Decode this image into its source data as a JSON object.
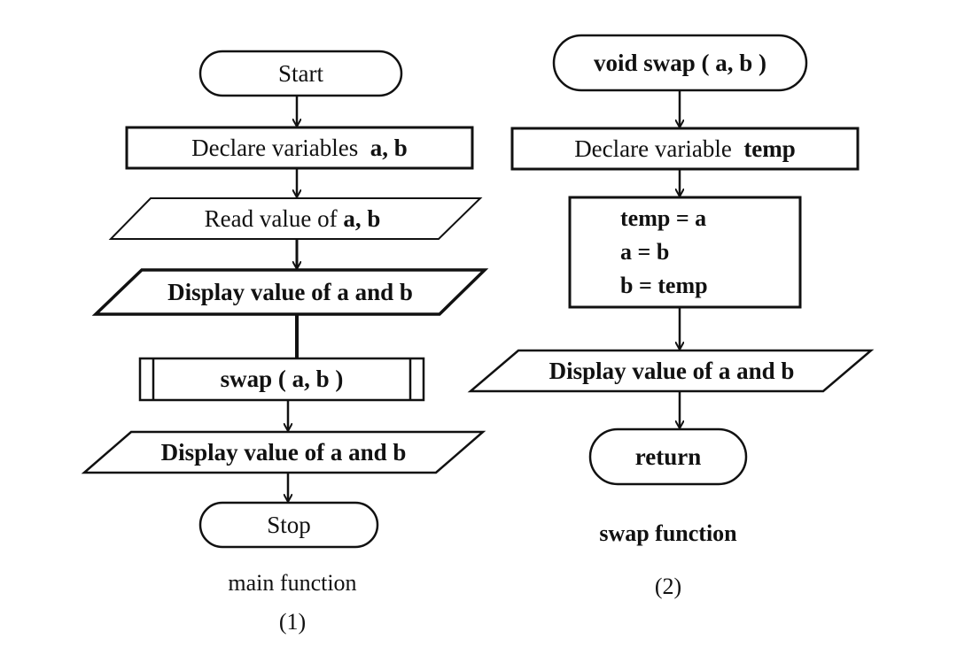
{
  "main_flow": {
    "start": "Start",
    "declare_prefix": "Declare variables",
    "declare_vars": "a, b",
    "read_prefix": "Read value of",
    "read_vars": "a, b",
    "display_1": "Display value of a and b",
    "swap_call": "swap ( a, b )",
    "display_2": "Display value of a and b",
    "stop": "Stop",
    "caption": "main function",
    "caption_number": "(1)"
  },
  "swap_flow": {
    "header": "void swap ( a, b )",
    "declare_prefix": "Declare variable",
    "declare_var": "temp",
    "statements": [
      "temp = a",
      "a = b",
      "b = temp"
    ],
    "display": "Display value of a and b",
    "return": "return",
    "caption": "swap function",
    "caption_number": "(2)"
  }
}
